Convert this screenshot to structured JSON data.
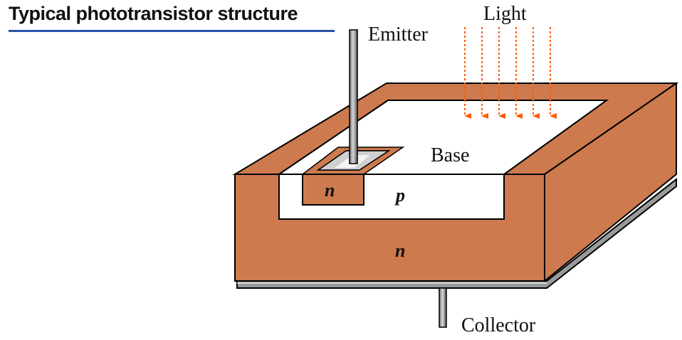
{
  "title": "Typical phototransistor structure",
  "labels": {
    "light": "Light",
    "emitter": "Emitter",
    "base": "Base",
    "collector": "Collector"
  },
  "regions": {
    "emitter_region": "n",
    "base_region": "p",
    "collector_region": "n"
  },
  "colors": {
    "substrate": "#cd7a4e",
    "light_arrows": "#ff5a00",
    "title_underline": "#2a52a8",
    "electrode": "#888888",
    "base_plate": "#ffffff"
  }
}
